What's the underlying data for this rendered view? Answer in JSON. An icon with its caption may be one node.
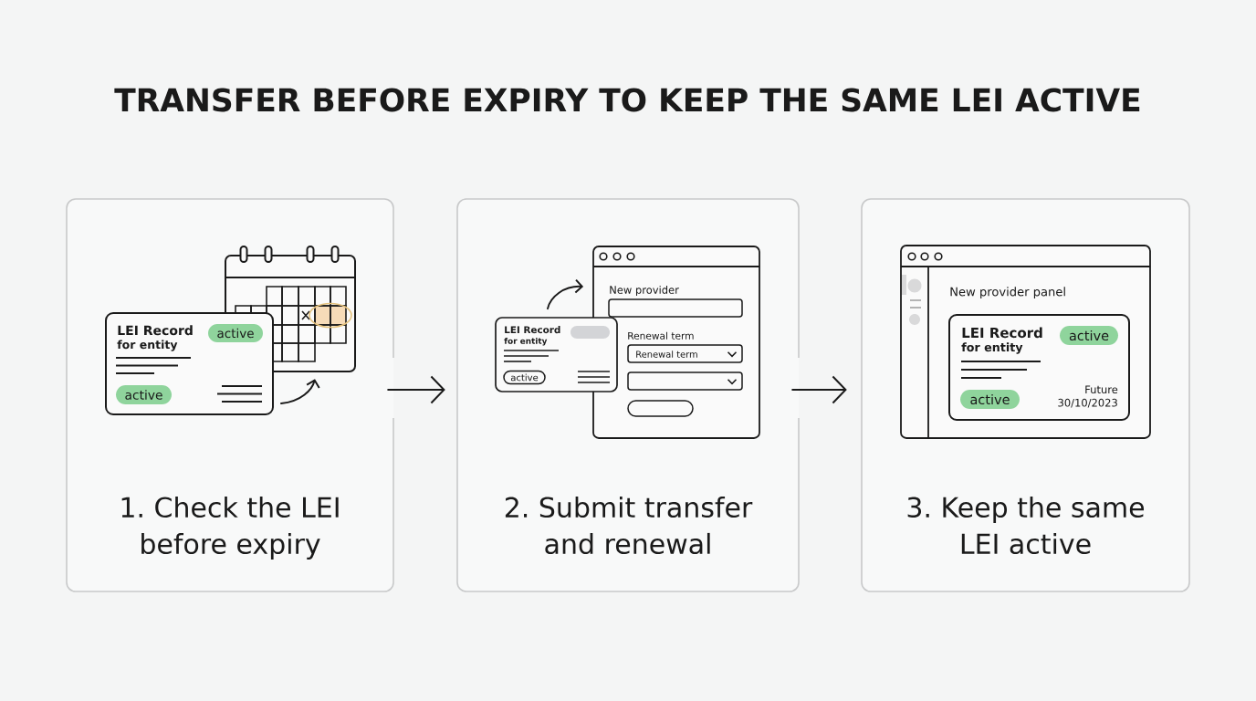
{
  "diagram": {
    "title": "TRANSFER BEFORE EXPIRY TO KEEP THE SAME LEI ACTIVE",
    "nodes": [
      {
        "text": [
          "1. Check the LEI before expiry"
        ]
      },
      {
        "text": [],
        "shape": "picture",
        "in": 0
      },
      {
        "text": [
          "LEI Record",
          "for entity"
        ],
        "in": 0
      },
      {
        "text": [
          "active"
        ],
        "in": 2
      },
      {
        "text": [
          "active"
        ],
        "in": 2
      },
      {
        "text": [
          "2. Submit transfer and renewal"
        ]
      },
      {
        "text": [
          "LEI Record",
          "for entity"
        ],
        "in": 5
      },
      {
        "text": [],
        "shape": "box",
        "in": 6
      },
      {
        "text": [
          "active"
        ],
        "in": 6
      },
      {
        "text": [
          "New provider",
          "Renewal term"
        ],
        "in": 5
      },
      {
        "text": [],
        "shape": "box",
        "in": 9
      },
      {
        "text": [
          "Renewal term"
        ],
        "in": 9
      },
      {
        "text": [],
        "shape": "box",
        "in": 9
      },
      {
        "text": [],
        "shape": "box",
        "in": 9
      },
      {
        "text": [
          "3. Keep the same LEI active"
        ]
      },
      {
        "text": [
          "New provider panel"
        ],
        "in": 14
      },
      {
        "text": [
          "LEI Record",
          "for entity",
          "Future 30/10/2023"
        ],
        "in": 15
      },
      {
        "text": [
          "active"
        ],
        "in": 16
      },
      {
        "text": [
          "active"
        ],
        "in": 16
      }
    ],
    "edges": [
      {
        "from": 2,
        "to": 1,
        "arrow": "to"
      },
      {
        "from": 6,
        "to": 9,
        "arrow": "to"
      },
      {
        "from": 0,
        "to": 5,
        "arrow": "to"
      },
      {
        "from": 5,
        "to": 14,
        "arrow": "to"
      }
    ]
  }
}
